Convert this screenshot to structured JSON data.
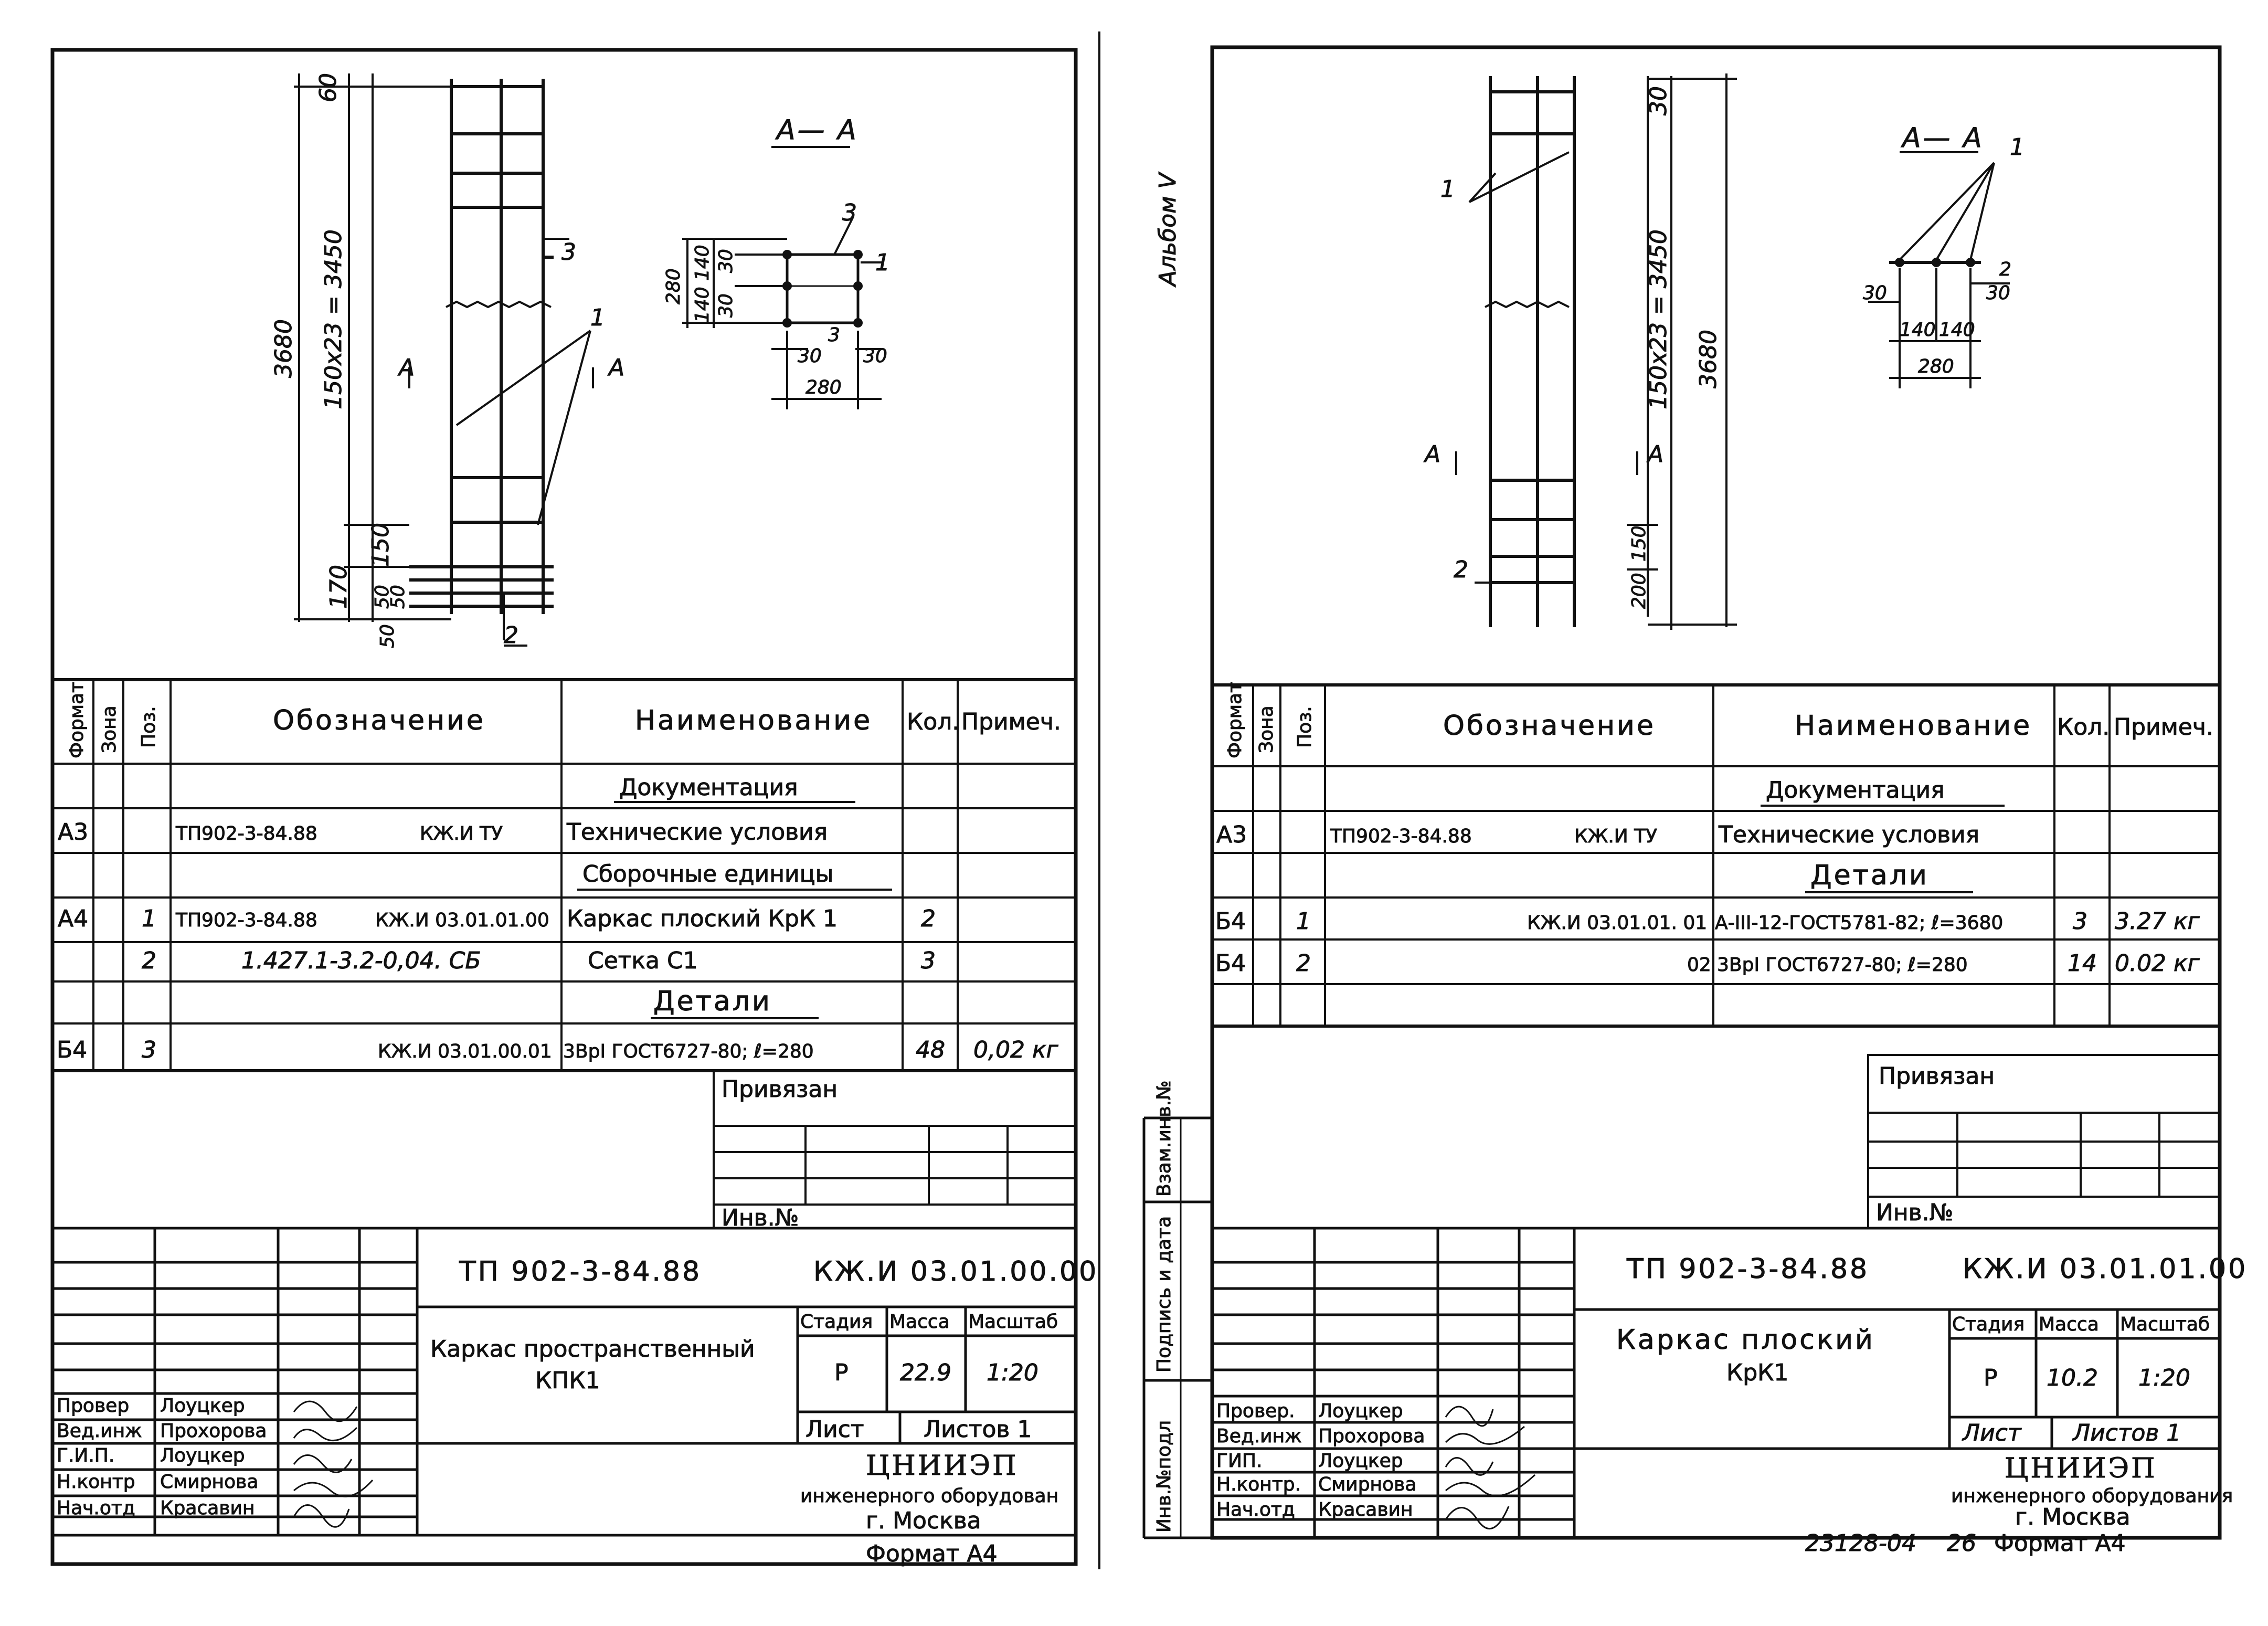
{
  "left_sheet": {
    "section_label": "А— А",
    "section_arrow_left": "А",
    "section_arrow_right": "А",
    "dims": {
      "top": "60",
      "pitch": "150x23 = 3450",
      "total": "3680",
      "bottom1": "150",
      "bottom2": "170",
      "bottom3": "50",
      "bottom4": "50",
      "bottom5": "50",
      "sec_280v": "280",
      "sec_140a": "140",
      "sec_140b": "140",
      "sec_30a": "30",
      "sec_30b": "30",
      "sec_30c": "30",
      "sec_30d": "30",
      "sec_280h": "280"
    },
    "callouts": {
      "c1": "1",
      "c2": "2",
      "c3": "3",
      "s1": "1",
      "s3a": "3",
      "s3b": "3"
    },
    "spec_headers": {
      "format": "Формат",
      "zone": "Зона",
      "pos": "Поз.",
      "designation": "Обозначение",
      "name": "Наименование",
      "qty": "Кол.",
      "note": "Примеч."
    },
    "spec_rows": [
      {
        "format": "",
        "pos": "",
        "designation": "",
        "code": "",
        "name": "Документация",
        "qty": "",
        "note": "",
        "section": true
      },
      {
        "format": "А3",
        "pos": "",
        "designation": "ТП902-3-84.88",
        "code": "КЖ.И ТУ",
        "name": "Технические условия",
        "qty": "",
        "note": ""
      },
      {
        "format": "",
        "pos": "",
        "designation": "",
        "code": "",
        "name": "Сборочные единицы",
        "qty": "",
        "note": "",
        "section": true
      },
      {
        "format": "А4",
        "pos": "1",
        "designation": "ТП902-3-84.88",
        "code": "КЖ.И 03.01.01.00",
        "name": "Каркас плоский   КрК 1",
        "qty": "2",
        "note": ""
      },
      {
        "format": "",
        "pos": "2",
        "designation": "1.427.1-3.2-0,04. СБ",
        "code": "",
        "name": "Сетка   С1",
        "qty": "3",
        "note": ""
      },
      {
        "format": "",
        "pos": "",
        "designation": "",
        "code": "",
        "name": "Детали",
        "qty": "",
        "note": "",
        "section": true
      },
      {
        "format": "Б4",
        "pos": "3",
        "designation": "",
        "code": "КЖ.И 03.01.00.01",
        "name": "3ВрI ГОСТ6727-80; ℓ=280",
        "qty": "48",
        "note": "0,02 кг"
      }
    ],
    "bound": "Привязан",
    "inv_no": "Инв.№",
    "doc_number": "ТП 902-3-84.88",
    "doc_code": "КЖ.И 03.01.00.00",
    "title_line1": "Каркас пространственный",
    "title_line2": "КПК1",
    "stage_label": "Стадия",
    "mass_label": "Масса",
    "scale_label": "Масштаб",
    "stage": "Р",
    "mass": "22.9",
    "scale": "1:20",
    "sheet_label": "Лист",
    "sheets_label": "Листов 1",
    "org_line1": "ЦНИИЭП",
    "org_line2": "инженерного оборудован",
    "org_line3": "г. Москва",
    "signers": [
      {
        "role": "Провер",
        "name": "Лоуцкер"
      },
      {
        "role": "Вед.инж",
        "name": "Прохорова"
      },
      {
        "role": "Г.И.П.",
        "name": "Лоуцкер"
      },
      {
        "role": "Н.контр",
        "name": "Смирнова"
      },
      {
        "role": "Нач.отд",
        "name": "Красавин"
      }
    ],
    "format_label": "Формат А4"
  },
  "right_sheet": {
    "album_label": "Альбом V",
    "section_label": "А— А",
    "section_arrow_left": "А",
    "section_arrow_right": "А",
    "dims": {
      "top": "30",
      "pitch": "150x23 = 3450",
      "total": "3680",
      "b150": "150",
      "b200": "200",
      "s30a": "30",
      "s30b": "30",
      "s140a": "140",
      "s140b": "140",
      "s280": "280"
    },
    "callouts": {
      "c1": "1",
      "c2": "2",
      "s1": "1",
      "s2": "2"
    },
    "spec_headers": {
      "format": "Формат",
      "zone": "Зона",
      "pos": "Поз.",
      "designation": "Обозначение",
      "name": "Наименование",
      "qty": "Кол.",
      "note": "Примеч."
    },
    "spec_rows": [
      {
        "format": "",
        "pos": "",
        "designation": "",
        "code": "",
        "name": "Документация",
        "qty": "",
        "note": "",
        "section": true
      },
      {
        "format": "А3",
        "pos": "",
        "designation": "ТП902-3-84.88",
        "code": "КЖ.И ТУ",
        "name": "Технические условия",
        "qty": "",
        "note": ""
      },
      {
        "format": "",
        "pos": "",
        "designation": "",
        "code": "",
        "name": "Детали",
        "qty": "",
        "note": "",
        "section": true
      },
      {
        "format": "Б4",
        "pos": "1",
        "designation": "",
        "code": "КЖ.И 03.01.01. 01",
        "name": "А-III-12-ГОСТ5781-82; ℓ=3680",
        "qty": "3",
        "note": "3.27 кг"
      },
      {
        "format": "Б4",
        "pos": "2",
        "designation": "",
        "code": "02",
        "name": "3ВрI ГОСТ6727-80; ℓ=280",
        "qty": "14",
        "note": "0.02 кг"
      },
      {
        "format": "",
        "pos": "",
        "designation": "",
        "code": "",
        "name": "",
        "qty": "",
        "note": ""
      }
    ],
    "bound": "Привязан",
    "inv_no": "Инв.№",
    "side_labels": [
      "Инв.№подл",
      "Подпись и дата",
      "Взам.инв.№"
    ],
    "doc_number": "ТП 902-3-84.88",
    "doc_code": "КЖ.И 03.01.01.00",
    "title_line1": "Каркас плоский",
    "title_line2": "КрК1",
    "stage_label": "Стадия",
    "mass_label": "Масса",
    "scale_label": "Масштаб",
    "stage": "Р",
    "mass": "10.2",
    "scale": "1:20",
    "sheet_label": "Лист",
    "sheets_label": "Листов 1",
    "org_line1": "ЦНИИЭП",
    "org_line2": "инженерного оборудования",
    "org_line3": "г. Москва",
    "signers": [
      {
        "role": "Провер.",
        "name": "Лоуцкер"
      },
      {
        "role": "Вед.инж",
        "name": "Прохорова"
      },
      {
        "role": "ГИП.",
        "name": "Лоуцкер"
      },
      {
        "role": "Н.контр.",
        "name": "Смирнова"
      },
      {
        "role": "Нач.отд",
        "name": "Красавин"
      }
    ],
    "archive_no": "23128-04",
    "page_no": "26",
    "format_label": "Формат А4"
  }
}
